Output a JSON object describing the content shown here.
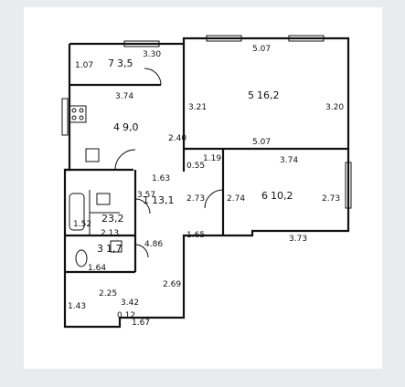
{
  "rooms": [
    {
      "id": "r1",
      "number": "1",
      "area": "13,1"
    },
    {
      "id": "r2",
      "number": "2",
      "area": "3,2"
    },
    {
      "id": "r3",
      "number": "3",
      "area": "1,7"
    },
    {
      "id": "r4",
      "number": "4",
      "area": "9,0"
    },
    {
      "id": "r5",
      "number": "5",
      "area": "16,2"
    },
    {
      "id": "r6",
      "number": "6",
      "area": "10,2"
    },
    {
      "id": "r7",
      "number": "7",
      "area": "3,5"
    }
  ],
  "dims": {
    "d_330": "3.30",
    "d_107": "1.07",
    "d_507a": "5.07",
    "d_374a": "3.74",
    "d_321": "3.21",
    "d_320": "3.20",
    "d_240": "2.40",
    "d_507b": "5.07",
    "d_055": "0.55",
    "d_119": "1.19",
    "d_374b": "3.74",
    "d_163": "1.63",
    "d_357": "3.57",
    "d_273a": "2.73",
    "d_274": "2.74",
    "d_273b": "2.73",
    "d_152": "1.52",
    "d_213": "2.13",
    "d_486": "4.86",
    "d_165": "1.65",
    "d_373": "3.73",
    "d_164": "1.64",
    "d_269": "2.69",
    "d_225": "2.25",
    "d_143": "1.43",
    "d_342": "3.42",
    "d_012": "0.12",
    "d_167": "1.67"
  }
}
